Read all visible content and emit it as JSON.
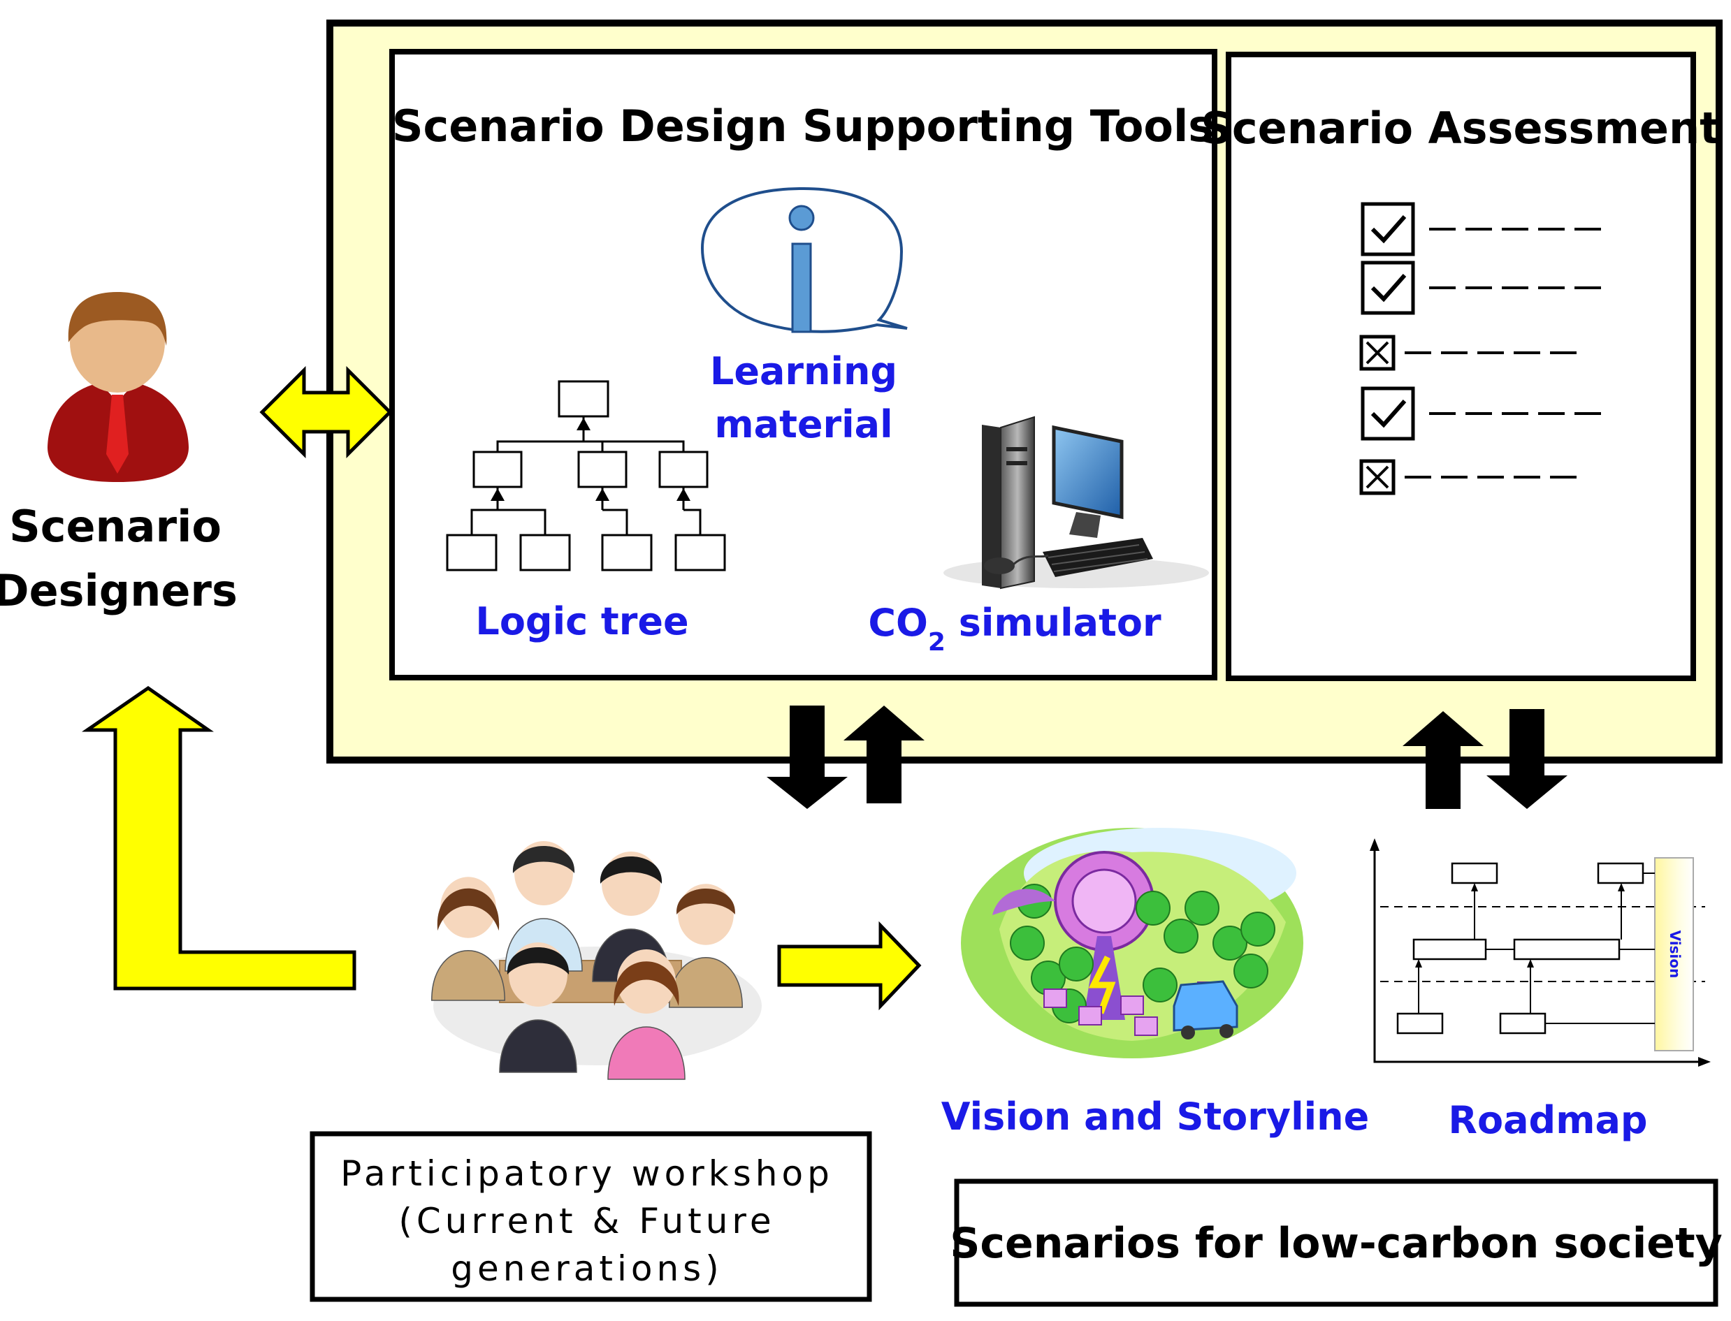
{
  "designers": {
    "line1": "Scenario",
    "line2": "Designers"
  },
  "tools_panel": {
    "title": "Scenario Design Supporting Tools",
    "learning_line1": "Learning",
    "learning_line2": "material",
    "logic_tree": "Logic tree",
    "co2_prefix": "CO",
    "co2_sub": "2",
    "co2_suffix": " simulator"
  },
  "assessment_panel": {
    "title": "Scenario Assessment",
    "items": [
      {
        "state": "checked"
      },
      {
        "state": "checked"
      },
      {
        "state": "crossed"
      },
      {
        "state": "checked"
      },
      {
        "state": "crossed"
      }
    ]
  },
  "workshop": {
    "line1": "Participatory workshop",
    "line2": "(Current & Future",
    "line3": "generations)"
  },
  "vision_storyline": "Vision and Storyline",
  "roadmap": {
    "label": "Roadmap",
    "vision_bar": "Vision"
  },
  "scenarios": "Scenarios for low-carbon society",
  "colors": {
    "panel_bg": "#ffffcc",
    "label_blue": "#1a1ae6",
    "arrow_yellow": "#ffff00",
    "designer_suit": "#a01010",
    "tie_red": "#e02020"
  }
}
